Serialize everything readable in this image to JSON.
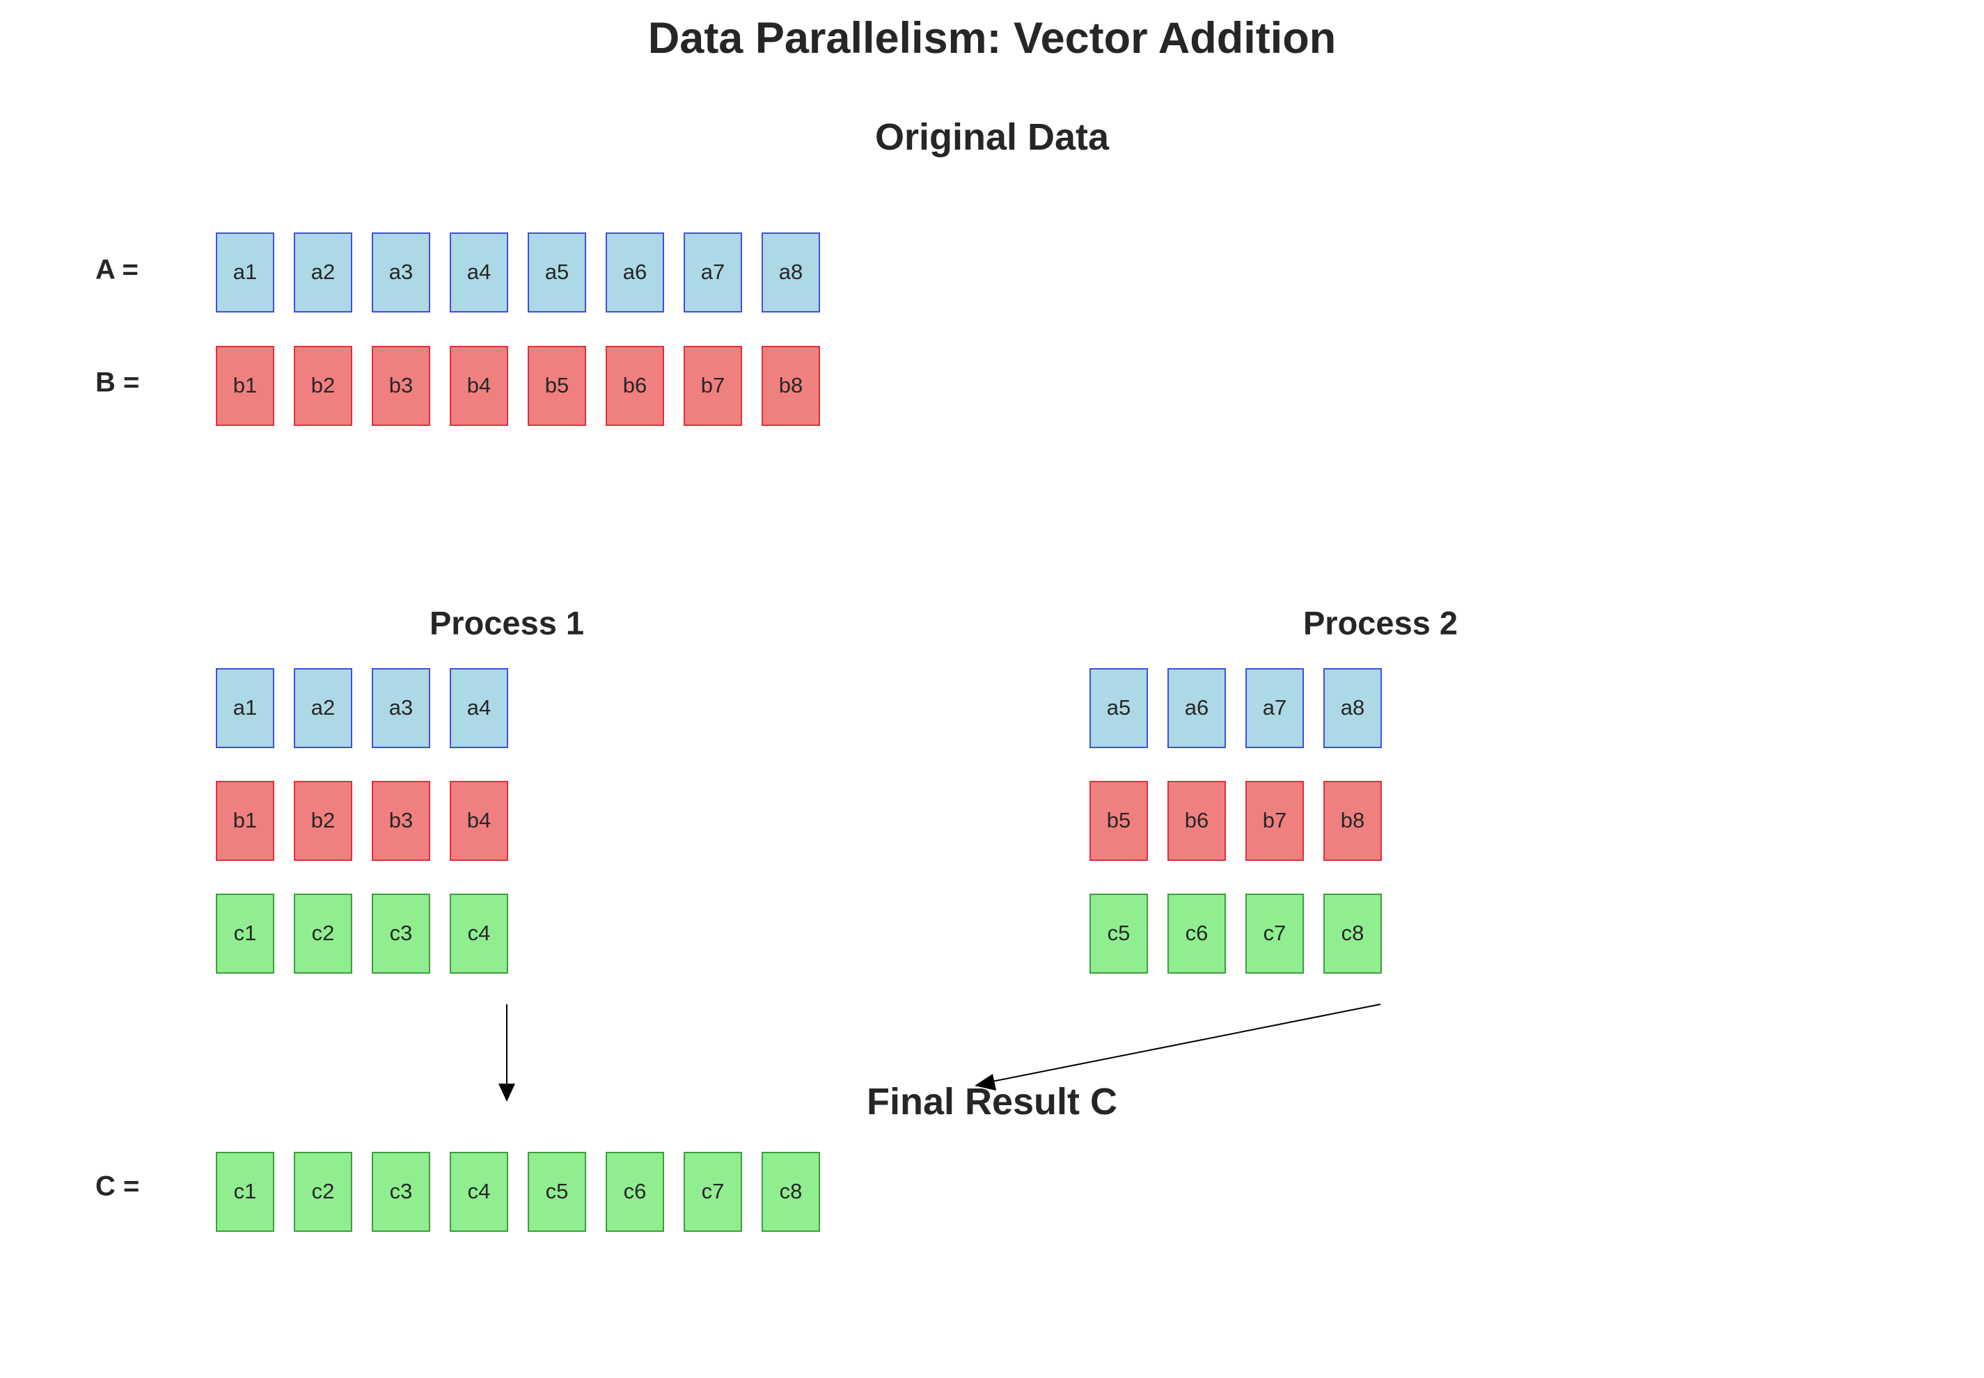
{
  "title": "Data Parallelism: Vector Addition",
  "original": {
    "heading": "Original Data",
    "label_a": "A =",
    "label_b": "B =",
    "a": [
      "a1",
      "a2",
      "a3",
      "a4",
      "a5",
      "a6",
      "a7",
      "a8"
    ],
    "b": [
      "b1",
      "b2",
      "b3",
      "b4",
      "b5",
      "b6",
      "b7",
      "b8"
    ]
  },
  "process1": {
    "heading": "Process 1",
    "a": [
      "a1",
      "a2",
      "a3",
      "a4"
    ],
    "b": [
      "b1",
      "b2",
      "b3",
      "b4"
    ],
    "c": [
      "c1",
      "c2",
      "c3",
      "c4"
    ]
  },
  "process2": {
    "heading": "Process 2",
    "a": [
      "a5",
      "a6",
      "a7",
      "a8"
    ],
    "b": [
      "b5",
      "b6",
      "b7",
      "b8"
    ],
    "c": [
      "c5",
      "c6",
      "c7",
      "c8"
    ]
  },
  "result": {
    "heading": "Final Result C",
    "label_c": "C =",
    "c": [
      "c1",
      "c2",
      "c3",
      "c4",
      "c5",
      "c6",
      "c7",
      "c8"
    ]
  },
  "colors": {
    "a_fill": "#add8e6",
    "a_border": "#3f4fe0",
    "b_fill": "#f08080",
    "b_border": "#e0303a",
    "c_fill": "#90ee90",
    "c_border": "#3aa03a",
    "arrow": "#000000"
  }
}
